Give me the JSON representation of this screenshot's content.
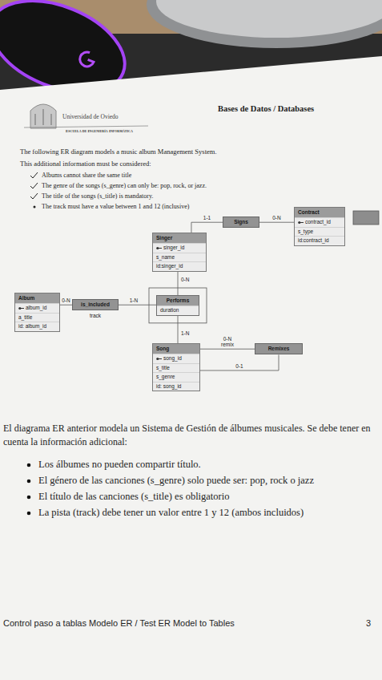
{
  "diagram": {
    "title": "Bases de Datos / Databases",
    "nodes": [
      {
        "text": [
          "Contract",
          "contract_id",
          "s_type",
          "id:contract_id"
        ]
      },
      {
        "text": [
          "Signs"
        ]
      },
      {
        "text": [
          "Singer",
          "singer_id",
          "s_name",
          "id:singer_id"
        ]
      },
      {
        "text": [
          "Album",
          "album_id",
          "a_title",
          "id: album_id"
        ]
      },
      {
        "text": [
          "is_included",
          "track"
        ]
      },
      {
        "text": [
          "Performs",
          "duration"
        ]
      },
      {
        "text": [
          "Song",
          "song_id",
          "s_title",
          "s_genre",
          "id: song_id"
        ]
      },
      {
        "text": [
          "Remixes"
        ]
      }
    ],
    "edges": [
      {
        "from": 2,
        "to": 1,
        "label": "1-1",
        "arrow": "none"
      },
      {
        "from": 1,
        "to": 0,
        "label": "0-N",
        "arrow": "none"
      },
      {
        "from": 2,
        "to": 5,
        "label": "0-N",
        "arrow": "none"
      },
      {
        "from": 3,
        "to": 4,
        "label": "0-N",
        "arrow": "none"
      },
      {
        "from": 4,
        "to": 5,
        "label": "1-N",
        "arrow": "none"
      },
      {
        "from": 5,
        "to": 6,
        "label": "1-N",
        "arrow": "none"
      },
      {
        "from": 6,
        "to": 7,
        "label": "0-N remix",
        "arrow": "none"
      },
      {
        "from": 7,
        "to": 6,
        "label": "0-1",
        "arrow": "none"
      }
    ],
    "labels": [
      "Universidad de Oviedo",
      "Escuela de Ingeniería Informática",
      "The following ER diagram models a music album Management System.",
      "This additional information must be considered:",
      "Albums cannot share the same title",
      "The genre of the songs (s_genre) can only be: pop, rock, or jazz.",
      "The title of the songs (s_title) is mandatory.",
      "The track must have a value between 1 and 12 (inclusive)",
      "El diagrama ER anterior modela un Sistema de Gestión de álbumes musicales. Se debe tener en cuenta la información adicional:",
      "Los álbumes no pueden compartir título.",
      "El género de las canciones (s_genre) solo puede ser: pop, rock o jazz",
      "El título de las canciones (s_title) es obligatorio",
      "La pista (track) debe tener un valor entre 1 y 12 (ambos incluidos)",
      "Control paso a tablas Modelo ER / Test ER Model to Tables",
      "3"
    ]
  }
}
